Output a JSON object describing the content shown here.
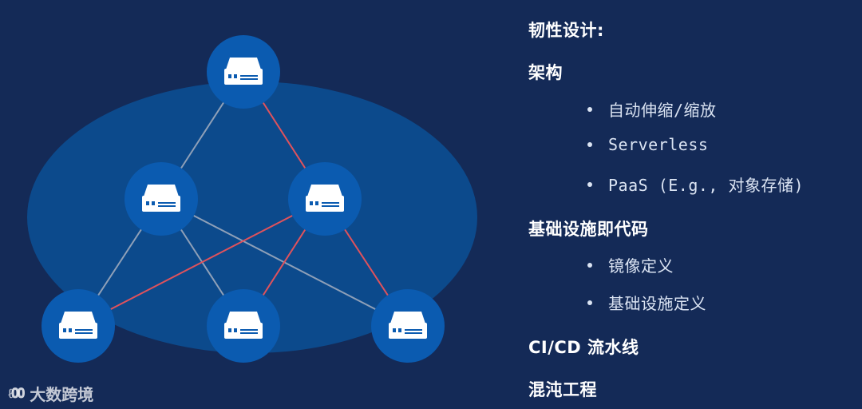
{
  "colors": {
    "background": "#142a57",
    "ellipse": "#0c4a8c",
    "node_fill": "#0b5bb0",
    "server_body": "#ffffff",
    "server_detail": "#0b5bb0",
    "link_gray": "#8fa0b8",
    "link_red": "#e0525c",
    "heading_text": "#ffffff",
    "bullet_text": "#dbe4f3"
  },
  "diagram": {
    "node_icon": "server-icon",
    "nodes": [
      {
        "id": "top"
      },
      {
        "id": "mid-left"
      },
      {
        "id": "mid-right"
      },
      {
        "id": "bottom-left"
      },
      {
        "id": "bottom-center"
      },
      {
        "id": "bottom-right"
      }
    ],
    "links": [
      {
        "from": "top",
        "to": "mid-left",
        "color": "gray"
      },
      {
        "from": "top",
        "to": "mid-right",
        "color": "red"
      },
      {
        "from": "mid-left",
        "to": "bottom-left",
        "color": "gray"
      },
      {
        "from": "mid-left",
        "to": "bottom-center",
        "color": "gray"
      },
      {
        "from": "mid-left",
        "to": "bottom-right",
        "color": "gray"
      },
      {
        "from": "mid-right",
        "to": "bottom-left",
        "color": "red"
      },
      {
        "from": "mid-right",
        "to": "bottom-center",
        "color": "red"
      },
      {
        "from": "mid-right",
        "to": "bottom-right",
        "color": "red"
      }
    ]
  },
  "content": {
    "title": "韧性设计:",
    "sections": [
      {
        "heading": "架构",
        "bullets": [
          "自动伸缩/缩放",
          "Serverless",
          "PaaS (E.g., 对象存储)"
        ]
      },
      {
        "heading": "基础设施即代码",
        "bullets": [
          "镜像定义",
          "基础设施定义"
        ]
      },
      {
        "heading": "CI/CD 流水线",
        "bullets": []
      },
      {
        "heading": "混沌工程",
        "bullets": []
      }
    ]
  },
  "watermark": {
    "logo": "ℓ𝟎𝟎",
    "text": "大数跨境"
  }
}
